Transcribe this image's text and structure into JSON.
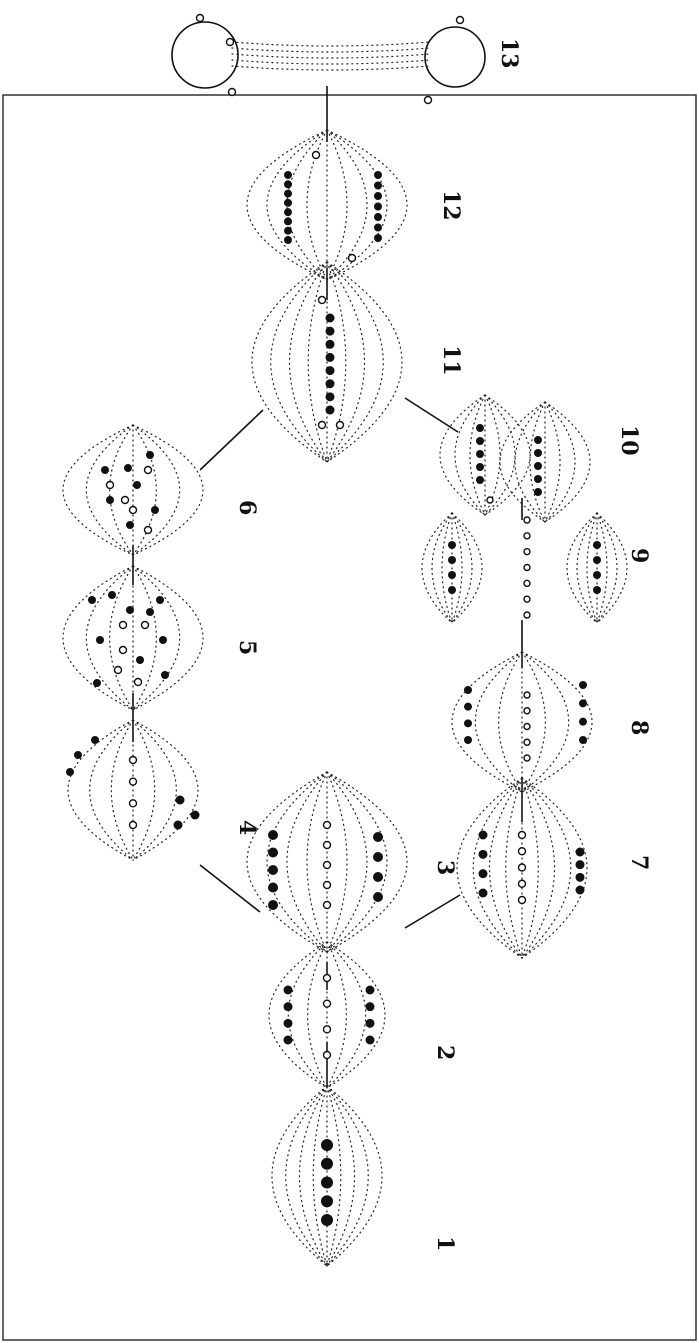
{
  "plate": {
    "figures": [
      {
        "id": "fig-1",
        "label": "1"
      },
      {
        "id": "fig-2",
        "label": "2"
      },
      {
        "id": "fig-3",
        "label": "3"
      },
      {
        "id": "fig-4",
        "label": "4"
      },
      {
        "id": "fig-5",
        "label": "5"
      },
      {
        "id": "fig-6",
        "label": "6"
      },
      {
        "id": "fig-7",
        "label": "7"
      },
      {
        "id": "fig-8",
        "label": "8"
      },
      {
        "id": "fig-9",
        "label": "9"
      },
      {
        "id": "fig-10",
        "label": "10"
      },
      {
        "id": "fig-11",
        "label": "11"
      },
      {
        "id": "fig-12",
        "label": "12"
      },
      {
        "id": "fig-13",
        "label": "13"
      }
    ]
  }
}
